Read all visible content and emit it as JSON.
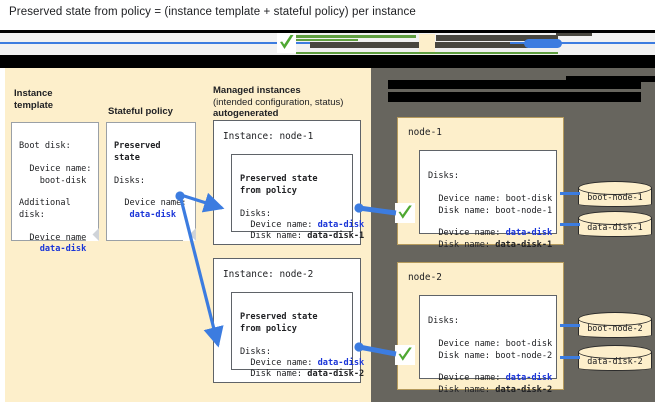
{
  "caption": "Preserved state from policy = (instance template + stateful policy) per instance",
  "colors": {
    "cream_panel": "#fdefcb",
    "gray_panel": "#67655e",
    "link_blue": "#3c7ce0",
    "mono_blue": "#1a35d8",
    "check_green": "#4fa832",
    "text": "#202124"
  },
  "columns": {
    "instance_template": "Instance\ntemplate",
    "stateful_policy": "Stateful policy",
    "managed_instances_line1": "Managed instances",
    "managed_instances_line2": "(intended configuration, status)",
    "managed_instances_line3": "autogenerated"
  },
  "instance_template_note": {
    "lines": [
      {
        "text": "Boot disk:",
        "style": "plain"
      },
      {
        "text": "",
        "style": "plain"
      },
      {
        "text": "  Device name:",
        "style": "plain"
      },
      {
        "text": "    boot-disk",
        "style": "plain"
      },
      {
        "text": "",
        "style": "plain"
      },
      {
        "text": "Additional",
        "style": "plain"
      },
      {
        "text": "disk:",
        "style": "plain"
      },
      {
        "text": "",
        "style": "plain"
      },
      {
        "text": "  Device name:",
        "style": "plain"
      },
      {
        "text": "    data-disk",
        "style": "blue"
      }
    ]
  },
  "stateful_policy_note": {
    "lines": [
      {
        "text": "Preserved",
        "style": "bold"
      },
      {
        "text": "state",
        "style": "bold"
      },
      {
        "text": "",
        "style": "plain"
      },
      {
        "text": "Disks:",
        "style": "plain"
      },
      {
        "text": "",
        "style": "plain"
      },
      {
        "text": "  Device name:",
        "style": "plain"
      },
      {
        "text": "   data-disk",
        "style": "blue"
      }
    ]
  },
  "managed_instances": [
    {
      "title": "Instance: node-1",
      "inner_heading_line1": "Preserved state",
      "inner_heading_line2": "from policy",
      "disks_label": "Disks:",
      "device_prefix": "  Device name: ",
      "device_value": "data-disk",
      "disk_prefix": "  Disk name: ",
      "disk_value": "data-disk-1"
    },
    {
      "title": "Instance: node-2",
      "inner_heading_line1": "Preserved state",
      "inner_heading_line2": "from policy",
      "disks_label": "Disks:",
      "device_prefix": "  Device name: ",
      "device_value": "data-disk",
      "disk_prefix": "  Disk name: ",
      "disk_value": "data-disk-2"
    }
  ],
  "nodes": [
    {
      "name": "node-1",
      "disks_label": "Disks:",
      "boot_device_line": "  Device name: boot-disk",
      "boot_disk_line": "  Disk name: boot-node-1",
      "data_device_prefix": "  Device name: ",
      "data_device_value": "data-disk",
      "data_disk_prefix": "  Disk name: ",
      "data_disk_value": "data-disk-1",
      "cylinders": [
        "boot-node-1",
        "data-disk-1"
      ]
    },
    {
      "name": "node-2",
      "disks_label": "Disks:",
      "boot_device_line": "  Device name: boot-disk",
      "boot_disk_line": "  Disk name: boot-node-2",
      "data_device_prefix": "  Device name: ",
      "data_device_value": "data-disk",
      "data_disk_prefix": "  Disk name: ",
      "data_disk_value": "data-disk-2",
      "cylinders": [
        "boot-node-2",
        "data-disk-2"
      ]
    }
  ]
}
